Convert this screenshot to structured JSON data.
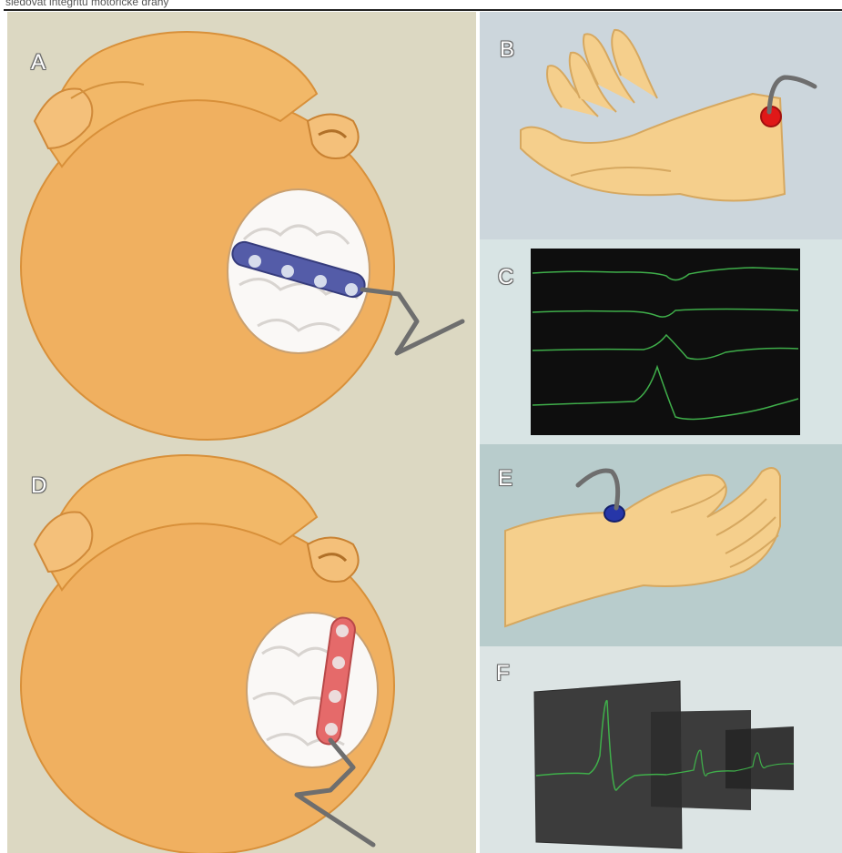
{
  "caption": "sledovat integritu motorické dráhy",
  "panels": {
    "a": "A",
    "b": "B",
    "c": "C",
    "d": "D",
    "e": "E",
    "f": "F"
  },
  "colors": {
    "skin": "#f0b060",
    "hand_skin": "#f5cf8c",
    "brain": "#f4f2f0",
    "electrode_stim_blue": "#545ca8",
    "electrode_record_red": "#e56a6a",
    "hand_electrode_red": "#e01818",
    "hand_electrode_blue": "#2636a8",
    "trace_green": "#3fae4a",
    "left_background": "#dcd8c2",
    "b_background": "#ccd6dc",
    "c_background": "#d8e4e4",
    "e_background": "#b8cccc",
    "f_background": "#dce4e4"
  },
  "icons": [
    "head-model",
    "cortex-electrode-strip",
    "wire",
    "hand-model",
    "surface-electrode",
    "oscilloscope-traces",
    "waveform-frames"
  ]
}
